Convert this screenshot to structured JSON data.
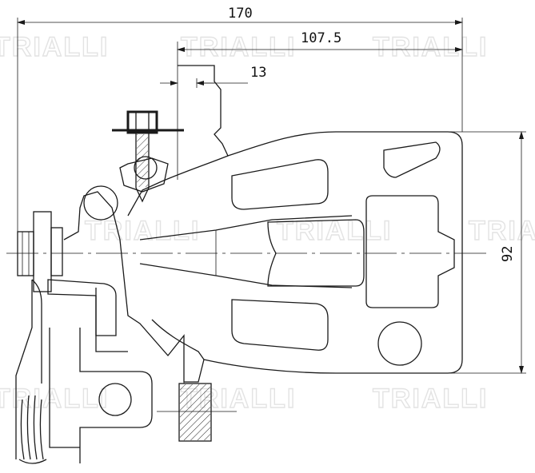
{
  "dimensions": {
    "overall_width": "170",
    "inner_width": "107.5",
    "offset": "13",
    "height": "92"
  },
  "watermark": {
    "brand": "TRIALLI"
  },
  "colors": {
    "line": "#1a1a1a",
    "watermark": "#e3e3e3",
    "background": "#ffffff"
  }
}
